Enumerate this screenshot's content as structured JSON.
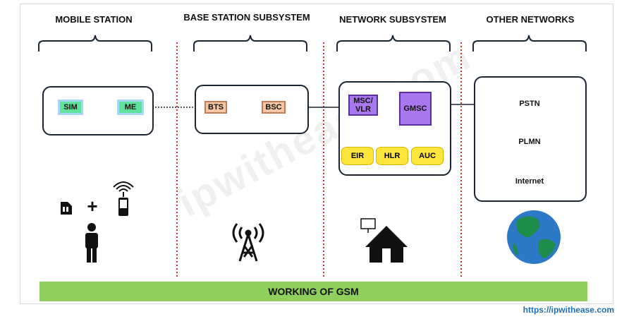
{
  "headers": {
    "mobile_station": "MOBILE STATION",
    "bss": "BASE STATION SUBSYSTEM",
    "nss": "NETWORK SUBSYSTEM",
    "other": "OTHER NETWORKS"
  },
  "nodes": {
    "sim": "SIM",
    "me": "ME",
    "bts": "BTS",
    "bsc": "BSC",
    "msc_line1": "MSC/",
    "msc_line2": "VLR",
    "gmsc": "GMSC",
    "eir": "EIR",
    "hlr": "HLR",
    "auc": "AUC"
  },
  "clouds": {
    "pstn": "PSTN",
    "plmn": "PLMN",
    "internet": "Internet"
  },
  "symbols": {
    "plus": "+"
  },
  "banner": "WORKING OF GSM",
  "watermark": "ipwithease.com",
  "url": "https://ipwithease.com",
  "colors": {
    "green_node": "#5fe39c",
    "peach_node": "#f6c7a3",
    "purple_node": "#a978ee",
    "database": "#fde53b",
    "banner": "#8fcf5c",
    "divider": "#c0392b",
    "url": "#1e6fb3"
  }
}
